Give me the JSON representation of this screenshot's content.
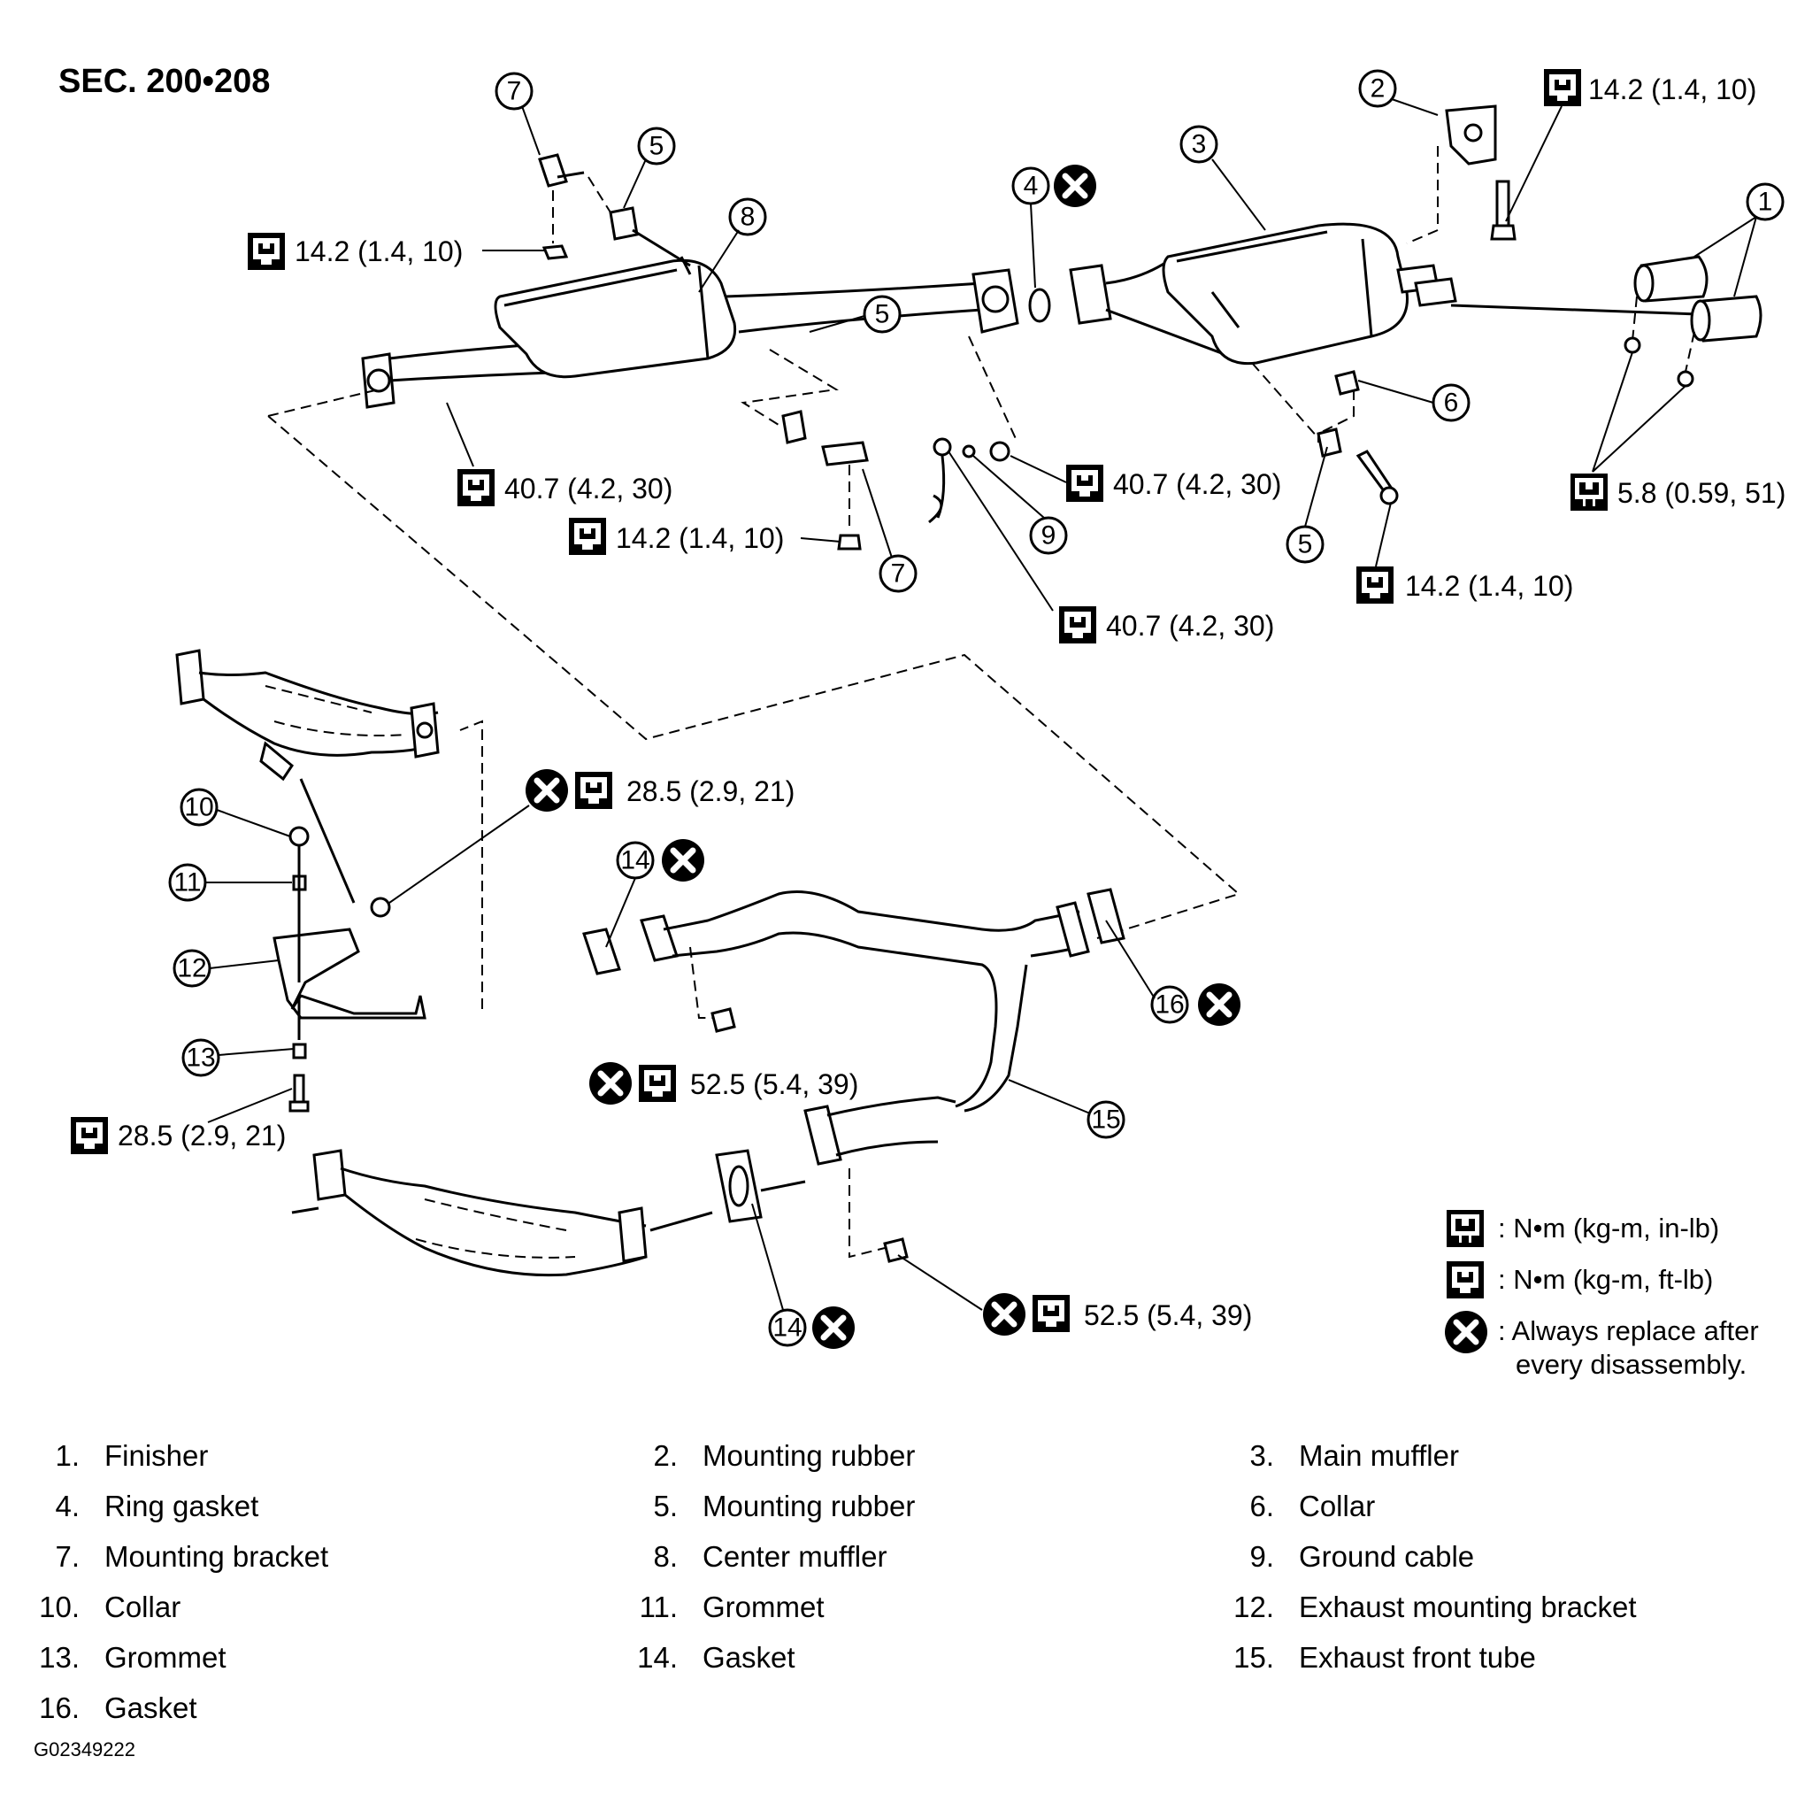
{
  "section_label": "SEC. 200•208",
  "torque": {
    "t1": "14.2 (1.4, 10)",
    "t2": "14.2 (1.4, 10)",
    "t3": "40.7 (4.2, 30)",
    "t4": "14.2 (1.4, 10)",
    "t5": "40.7 (4.2, 30)",
    "t6": "40.7 (4.2, 30)",
    "t7": "14.2 (1.4, 10)",
    "t8": "5.8 (0.59, 51)",
    "t9": "28.5 (2.9, 21)",
    "t10": "52.5 (5.4, 39)",
    "t11": "28.5 (2.9, 21)",
    "t12": "52.5 (5.4, 39)"
  },
  "callouts": [
    "1",
    "2",
    "3",
    "4",
    "5",
    "5",
    "5",
    "6",
    "7",
    "7",
    "8",
    "9",
    "10",
    "11",
    "12",
    "13",
    "14",
    "14",
    "15",
    "16"
  ],
  "symbol_legend": {
    "inlb": ": N•m (kg-m, in-lb)",
    "ftlb": ": N•m (kg-m, ft-lb)",
    "replace_1": ": Always replace after",
    "replace_2": "every disassembly."
  },
  "parts": [
    {
      "num": "1.",
      "name": "Finisher"
    },
    {
      "num": "2.",
      "name": "Mounting rubber"
    },
    {
      "num": "3.",
      "name": "Main muffler"
    },
    {
      "num": "4.",
      "name": "Ring gasket"
    },
    {
      "num": "5.",
      "name": "Mounting rubber"
    },
    {
      "num": "6.",
      "name": "Collar"
    },
    {
      "num": "7.",
      "name": "Mounting bracket"
    },
    {
      "num": "8.",
      "name": "Center muffler"
    },
    {
      "num": "9.",
      "name": "Ground cable"
    },
    {
      "num": "10.",
      "name": "Collar"
    },
    {
      "num": "11.",
      "name": "Grommet"
    },
    {
      "num": "12.",
      "name": "Exhaust mounting bracket"
    },
    {
      "num": "13.",
      "name": "Grommet"
    },
    {
      "num": "14.",
      "name": "Gasket"
    },
    {
      "num": "15.",
      "name": "Exhaust front tube"
    },
    {
      "num": "16.",
      "name": "Gasket"
    }
  ],
  "figure_id": "G02349222"
}
